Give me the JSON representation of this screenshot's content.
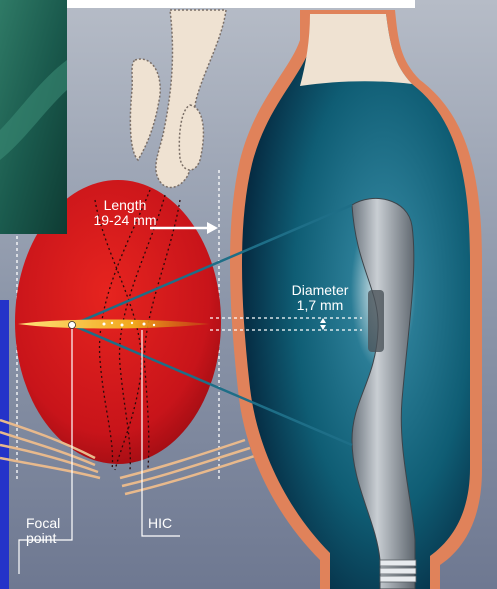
{
  "labels": {
    "length": {
      "line1": "Length",
      "line2": "19-24 mm"
    },
    "diameter": {
      "line1": "Diameter",
      "line2": "1,7 mm"
    },
    "focal_point": {
      "line1": "Focal",
      "line2": "point"
    },
    "hic": "HIC"
  },
  "colors": {
    "background": "#8b95a8",
    "lesion": "#d1151c",
    "probe_body": "#0f5c73",
    "probe_outline": "#e0825a",
    "transducer": "#9aa3ab",
    "focal_zone": "#f0a51e",
    "left_panel": "#2433c9",
    "tissue": "#efe2d2"
  }
}
